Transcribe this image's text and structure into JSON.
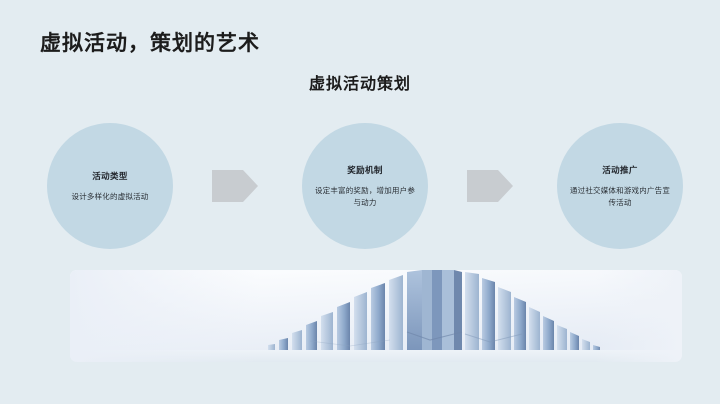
{
  "slide": {
    "title": "虚拟活动，策划的艺术",
    "chart_title": "虚拟活动策划",
    "background_color": "#e3ecf1"
  },
  "process": {
    "node_color": "#c2d8e4",
    "arrow_color": "#c8ccd0",
    "arrow_icon": "chevron-right-arrow",
    "nodes": [
      {
        "title": "活动类型",
        "desc": "设计多样化的虚拟活动"
      },
      {
        "title": "奖励机制",
        "desc": "设定丰富的奖励，增加用户参与动力"
      },
      {
        "title": "活动推广",
        "desc": "通过社交媒体和游戏内广告宣传活动"
      }
    ]
  },
  "photo": {
    "alt": "architectural-facade-fins-photo",
    "sky_color": "#f3f6fb",
    "fin_color": "#8ba6c8",
    "fin_shadow_color": "#5a7299"
  }
}
